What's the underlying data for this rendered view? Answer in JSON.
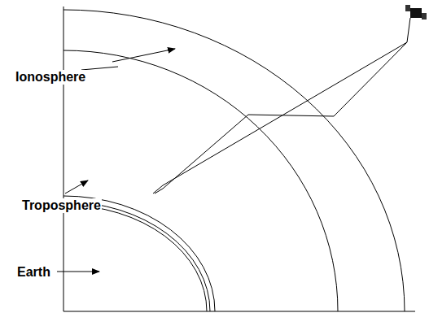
{
  "diagram": {
    "labels": [
      "Ionosphere",
      "Troposphere",
      "Earth"
    ]
  }
}
